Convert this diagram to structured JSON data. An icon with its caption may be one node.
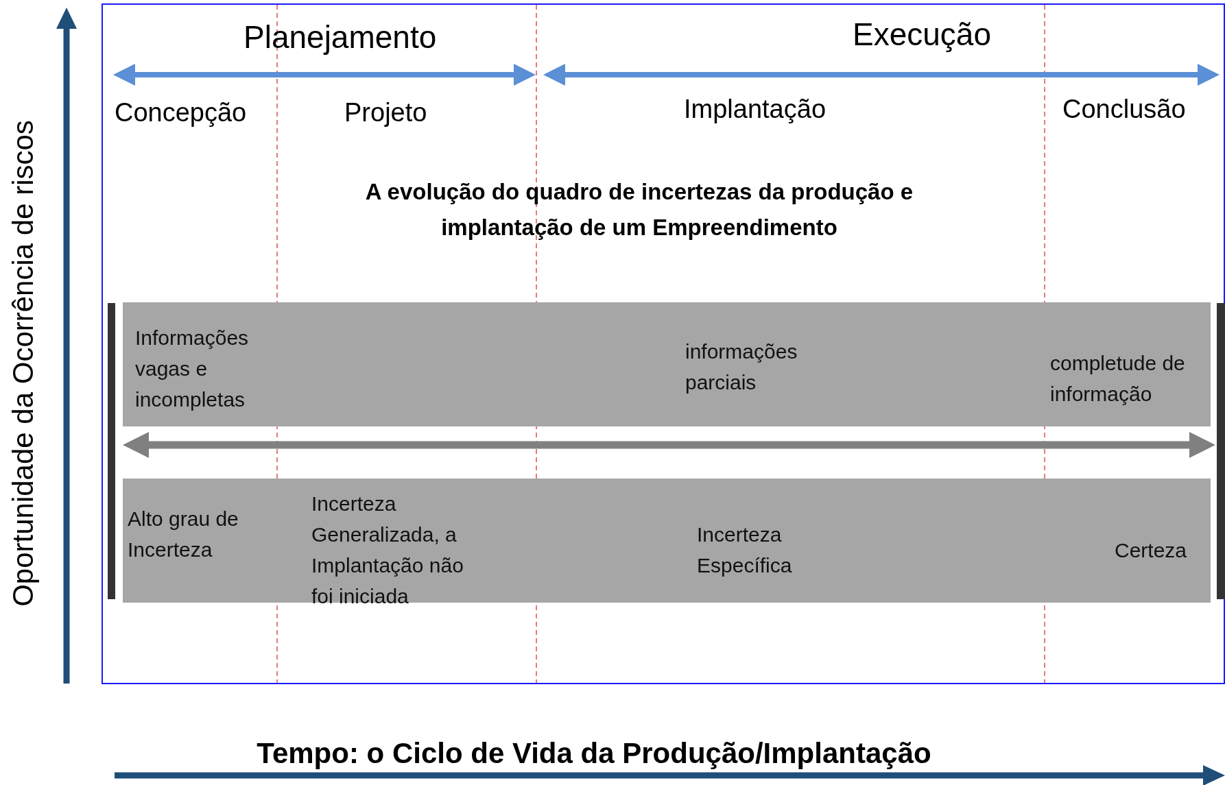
{
  "diagram": {
    "title": "A evolução do quadro de incertezas da produção e implantação de um Empreendimento",
    "nodes": [
      {
        "text": [
          "Informações vagas e incompletas",
          "informações parciais",
          "completude de informação"
        ]
      },
      {
        "text": [
          "Alto grau de Incerteza",
          "Incerteza Generalizada, a Implantação não foi iniciada",
          "Incerteza Específica",
          "Certeza"
        ]
      }
    ],
    "labels": [
      "Planejamento",
      "Execução",
      "Concepção",
      "Projeto",
      "Implantação",
      "Conclusão",
      "Oportunidade da Ocorrência de riscos",
      "Tempo: o Ciclo de Vida da Produção/Implantação"
    ]
  }
}
